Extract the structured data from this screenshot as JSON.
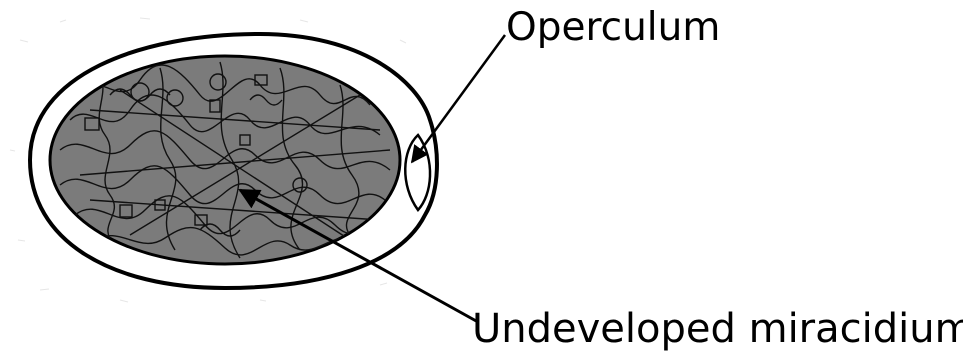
{
  "labels": {
    "operculum": "Operculum",
    "miracidium": "Undeveloped miracidium"
  },
  "colors": {
    "background": "#ffffff",
    "line": "#000000",
    "egg_fill": "#7b7b7b",
    "shell_fill": "#ffffff"
  },
  "icons": {
    "egg": "trematode-egg-illustration",
    "arrows": "pointer-arrow-icon"
  }
}
